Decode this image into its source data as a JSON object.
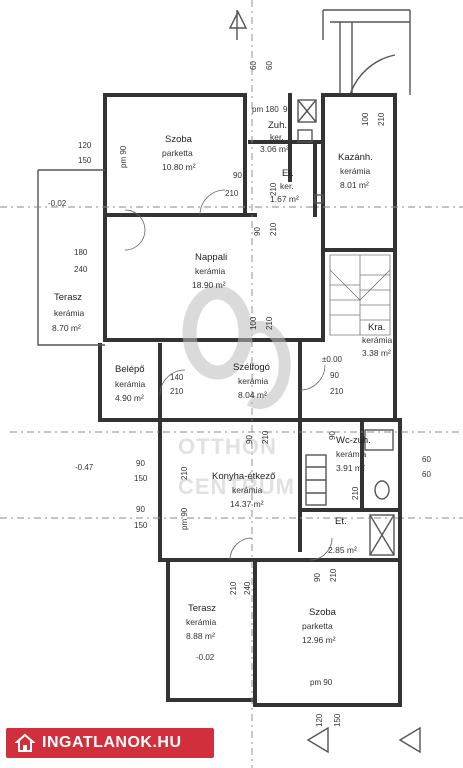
{
  "rooms": [
    {
      "id": "szoba-1",
      "name": "Szoba",
      "floor": "parketta",
      "area": "10.80 m²"
    },
    {
      "id": "zuh",
      "name": "Zuh.",
      "floor": "ker.",
      "area": "3.06 m²"
    },
    {
      "id": "et-1",
      "name": "Et.",
      "floor": "ker.",
      "area": "1.67 m²"
    },
    {
      "id": "kazanh",
      "name": "Kazánh.",
      "floor": "kerámia",
      "area": "8.01 m²"
    },
    {
      "id": "nappali",
      "name": "Nappali",
      "floor": "kerámia",
      "area": "18.90 m²"
    },
    {
      "id": "terasz-1",
      "name": "Terasz",
      "floor": "kerámia",
      "area": "8.70 m²"
    },
    {
      "id": "kra",
      "name": "Kra.",
      "floor": "kerámia",
      "area": "3.38 m²"
    },
    {
      "id": "belepo",
      "name": "Belépő",
      "floor": "kerámia",
      "area": "4.90 m²"
    },
    {
      "id": "szelfogo",
      "name": "Szélfogó",
      "floor": "kerámia",
      "area": "8.04 m²"
    },
    {
      "id": "wc-zuh",
      "name": "Wc-zuh.",
      "floor": "kerámia",
      "area": "3.91 m²"
    },
    {
      "id": "konyha",
      "name": "Konyha-étkező",
      "floor": "kerámia",
      "area": "14.37 m²"
    },
    {
      "id": "et-2",
      "name": "Et.",
      "floor": "",
      "area": "2.85 m²"
    },
    {
      "id": "terasz-2",
      "name": "Terasz",
      "floor": "kerámia",
      "area": "8.88 m²"
    },
    {
      "id": "szoba-2",
      "name": "Szoba",
      "floor": "parketta",
      "area": "12.96 m²"
    }
  ],
  "dimensions": [
    "60",
    "60",
    "pm 180",
    "90",
    "100",
    "210",
    "120",
    "150",
    "pm 90",
    "90",
    "210",
    "210",
    "-0.02",
    "180",
    "240",
    "90",
    "210",
    "100",
    "210",
    "140",
    "210",
    "±0.00",
    "90",
    "210",
    "90",
    "150",
    "pm 90",
    "210",
    "-0.47",
    "90",
    "150",
    "90",
    "210",
    "60",
    "60",
    "210",
    "240",
    "-0.02",
    "90",
    "210",
    "pm 90",
    "120",
    "150",
    "90",
    "210"
  ],
  "watermark": {
    "line1": "OTTHON",
    "line2": "CENTRUM"
  },
  "badge": {
    "label": "INGATLANOK.HU",
    "color": "#d12f3b"
  }
}
